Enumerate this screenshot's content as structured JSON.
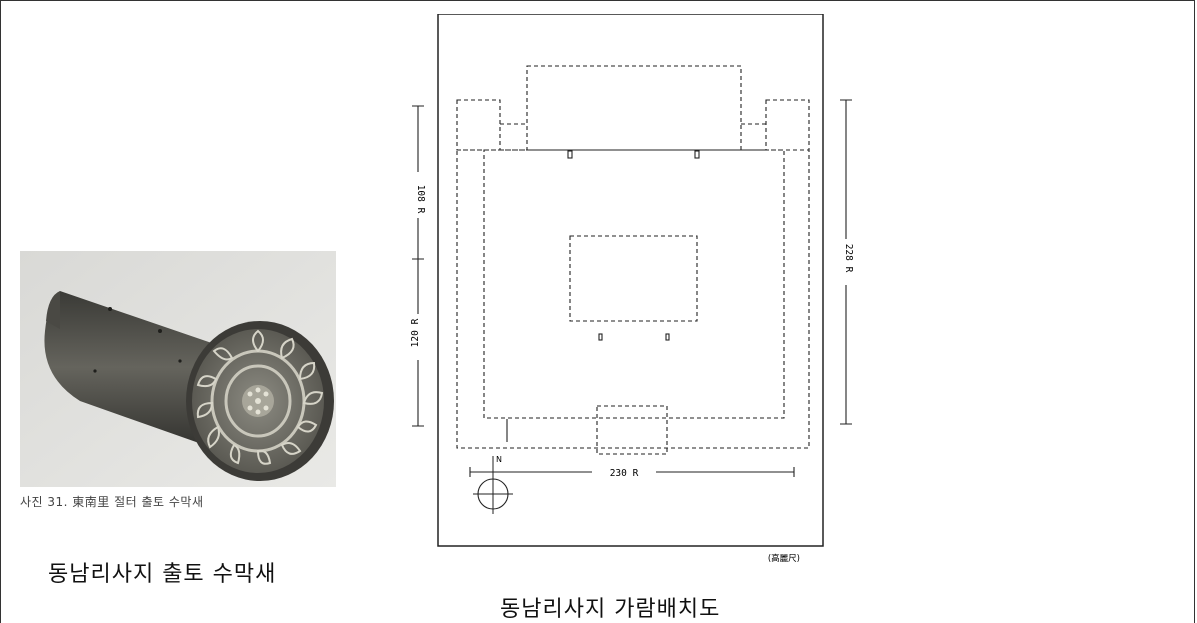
{
  "photo": {
    "caption": "사진 31. 東南里 절터 출토 수막새",
    "title": "동남리사지 출토 수막새"
  },
  "plan": {
    "title": "동남리사지 가람배치도",
    "dim_upper": "108 R",
    "dim_lower": "120 R",
    "dim_right": "228 R",
    "dim_width": "230 R",
    "north": "N",
    "unit": "(高麗尺)"
  }
}
